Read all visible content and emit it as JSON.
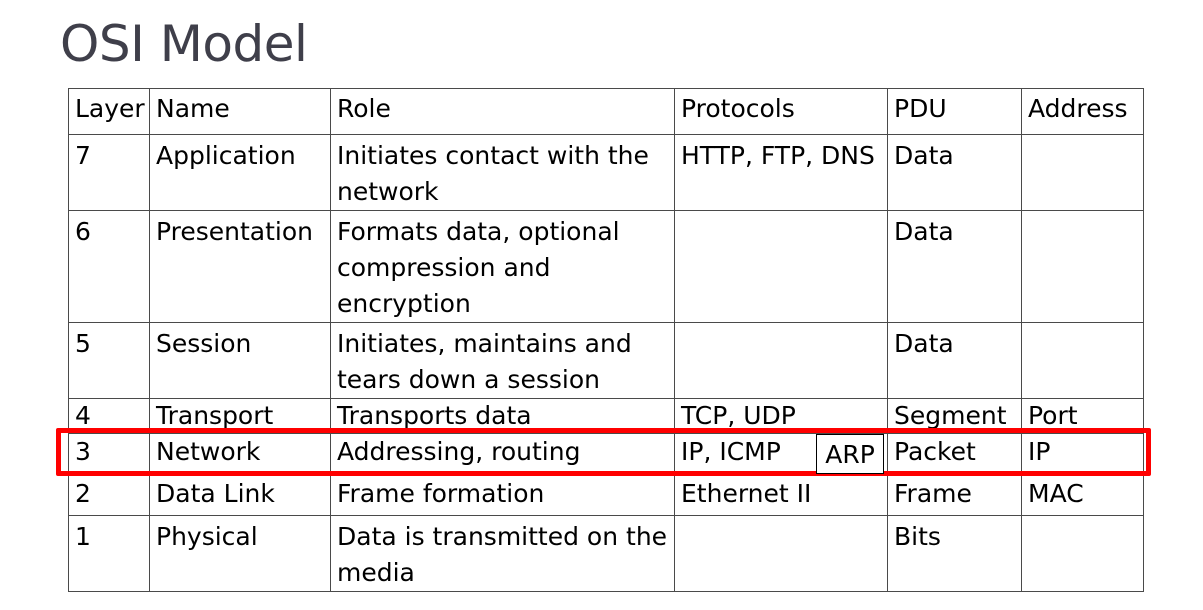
{
  "title": "OSI Model",
  "table": {
    "headers": [
      "Layer",
      "Name",
      "Role",
      "Protocols",
      "PDU",
      "Address"
    ],
    "rows": [
      {
        "layer": "7",
        "name": "Application",
        "role": "Initiates contact with the network",
        "protocols": "HTTP, FTP, DNS",
        "pdu": "Data",
        "address": ""
      },
      {
        "layer": "6",
        "name": "Presentation",
        "role": "Formats data, optional compression and encryption",
        "protocols": "",
        "pdu": "Data",
        "address": ""
      },
      {
        "layer": "5",
        "name": "Session",
        "role": "Initiates, maintains and tears down a session",
        "protocols": "",
        "pdu": "Data",
        "address": ""
      },
      {
        "layer": "4",
        "name": "Transport",
        "role": "Transports data",
        "protocols": "TCP, UDP",
        "pdu": "Segment",
        "address": "Port"
      },
      {
        "layer": "3",
        "name": "Network",
        "role": "Addressing, routing",
        "protocols": "IP, ICMP",
        "pdu": "Packet",
        "address": "IP"
      },
      {
        "layer": "2",
        "name": "Data Link",
        "role": "Frame formation",
        "protocols": "Ethernet II",
        "pdu": "Frame",
        "address": "MAC"
      },
      {
        "layer": "1",
        "name": "Physical",
        "role": "Data is transmitted on the media",
        "protocols": "",
        "pdu": "Bits",
        "address": ""
      }
    ]
  },
  "callout": {
    "label": "ARP"
  },
  "colors": {
    "title": "#3f3f4a",
    "highlight": "#ff0000",
    "border": "#4a4a4a"
  }
}
